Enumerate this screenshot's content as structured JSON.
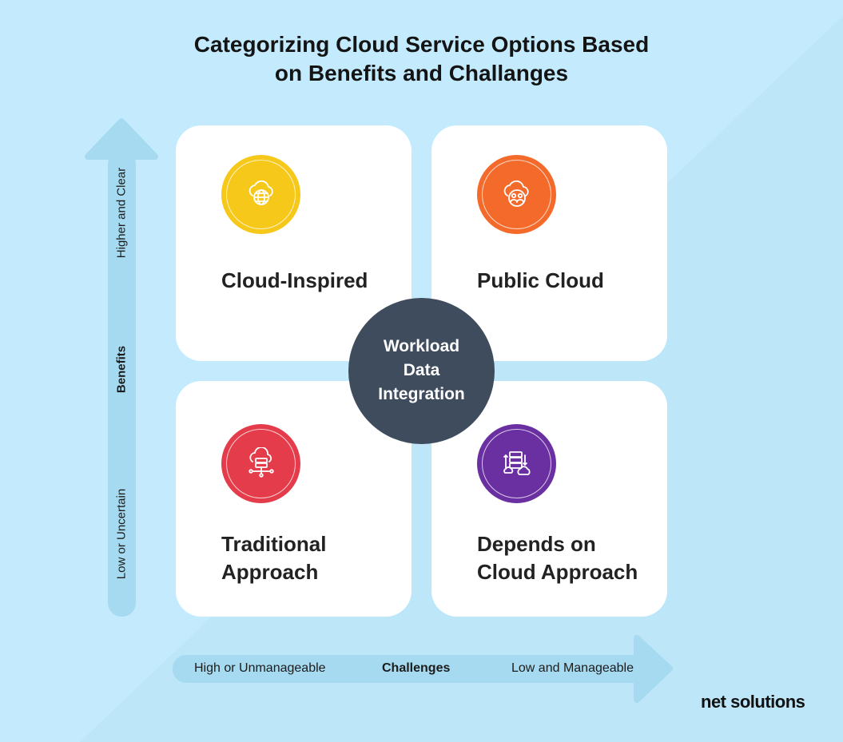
{
  "title": {
    "line1": "Categorizing Cloud Service Options Based",
    "line2": "on Benefits and Challanges"
  },
  "quadrants": {
    "top_left": {
      "label": "Cloud-Inspired",
      "icon": "cloud-globe-icon",
      "color": "#f6c81a"
    },
    "top_right": {
      "label": "Public Cloud",
      "icon": "cloud-users-icon",
      "color": "#f46a2a"
    },
    "bottom_left": {
      "label_line1": "Traditional",
      "label_line2": "Approach",
      "icon": "cloud-server-icon",
      "color": "#e43c4a"
    },
    "bottom_right": {
      "label_line1": "Depends on",
      "label_line2": "Cloud Approach",
      "icon": "server-cloud-transfer-icon",
      "color": "#6a2fa0"
    }
  },
  "center": {
    "line1": "Workload",
    "line2": "Data",
    "line3": "Integration",
    "color": "#3e4c5d"
  },
  "y_axis": {
    "name": "Benefits",
    "high": "Higher and Clear",
    "low": "Low or Uncertain"
  },
  "x_axis": {
    "name": "Challenges",
    "left": "High or Unmanageable",
    "right": "Low and Manageable"
  },
  "brand": "net solutions",
  "colors": {
    "background": "#c3ebfd",
    "arrow": "#a6daf1"
  }
}
